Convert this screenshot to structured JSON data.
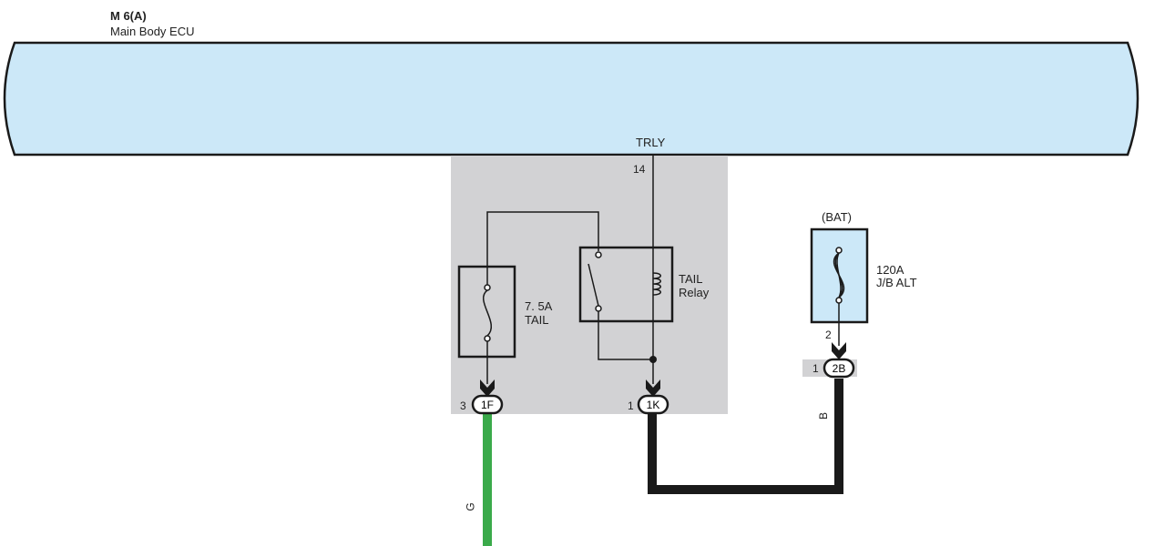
{
  "ecu": {
    "connector_id": "M 6(A)",
    "name": "Main Body ECU",
    "pin_name": "TRLY",
    "pin_number": "14",
    "fill": "#cce8f8"
  },
  "junction_block": {
    "fill": "#d2d2d4",
    "fuse": {
      "rating": "7. 5A",
      "name": "TAIL"
    },
    "relay": {
      "name_line1": "TAIL",
      "name_line2": "Relay"
    },
    "connector_1F": {
      "pin": "3",
      "id": "1F"
    },
    "connector_1K": {
      "pin": "1",
      "id": "1K"
    }
  },
  "bat_fuse": {
    "source": "(BAT)",
    "rating": "120A",
    "name": "J/B ALT",
    "terminal": "2",
    "fill": "#cce8f8"
  },
  "connector_2B": {
    "pin": "1",
    "id": "2B",
    "fill": "#d2d2d4"
  },
  "wires": {
    "green": {
      "color_code": "G",
      "color": "#3aaa4a"
    },
    "black": {
      "color_code": "B",
      "color": "#1a1a1a"
    }
  }
}
